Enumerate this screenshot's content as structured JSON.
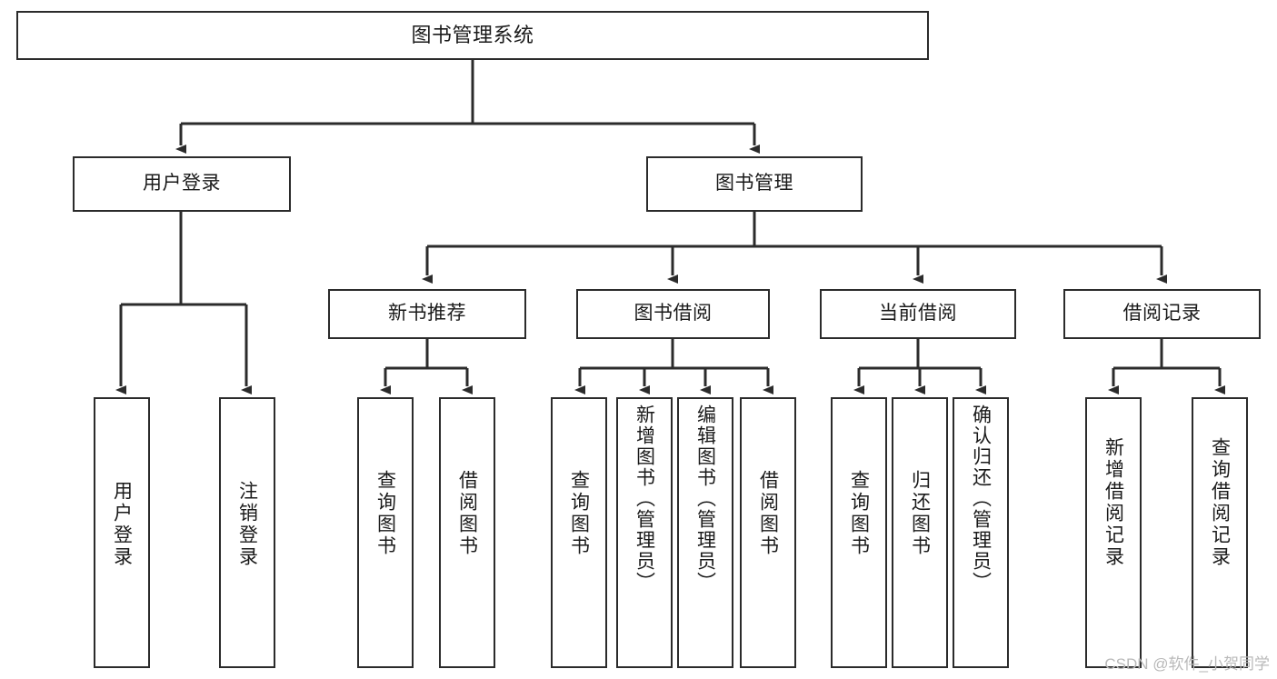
{
  "diagram": {
    "title": "图书管理系统",
    "type": "tree-hierarchy",
    "stroke_color": "#2b2b2b",
    "fill_color": "#ffffff",
    "text_color": "#1a1a1a"
  },
  "nodes": {
    "root": {
      "label": "图书管理系统"
    },
    "level1": [
      {
        "label": "用户登录"
      },
      {
        "label": "图书管理"
      }
    ],
    "level2": [
      {
        "label": "新书推荐"
      },
      {
        "label": "图书借阅"
      },
      {
        "label": "当前借阅"
      },
      {
        "label": "借阅记录"
      }
    ],
    "leaves_user_login": [
      {
        "label": "用户登录"
      },
      {
        "label": "注销登录"
      }
    ],
    "leaves_new_book": [
      {
        "label": "查询图书"
      },
      {
        "label": "借阅图书"
      }
    ],
    "leaves_borrow": [
      {
        "label": "查询图书"
      },
      {
        "label": "新增图书（管理员）"
      },
      {
        "label": "编辑图书（管理员）"
      },
      {
        "label": "借阅图书"
      }
    ],
    "leaves_current": [
      {
        "label": "查询图书"
      },
      {
        "label": "归还图书"
      },
      {
        "label": "确认归还（管理员）"
      }
    ],
    "leaves_records": [
      {
        "label": "新增借阅记录"
      },
      {
        "label": "查询借阅记录"
      }
    ]
  },
  "watermark": {
    "text": "CSDN @软件_小贺同学"
  }
}
